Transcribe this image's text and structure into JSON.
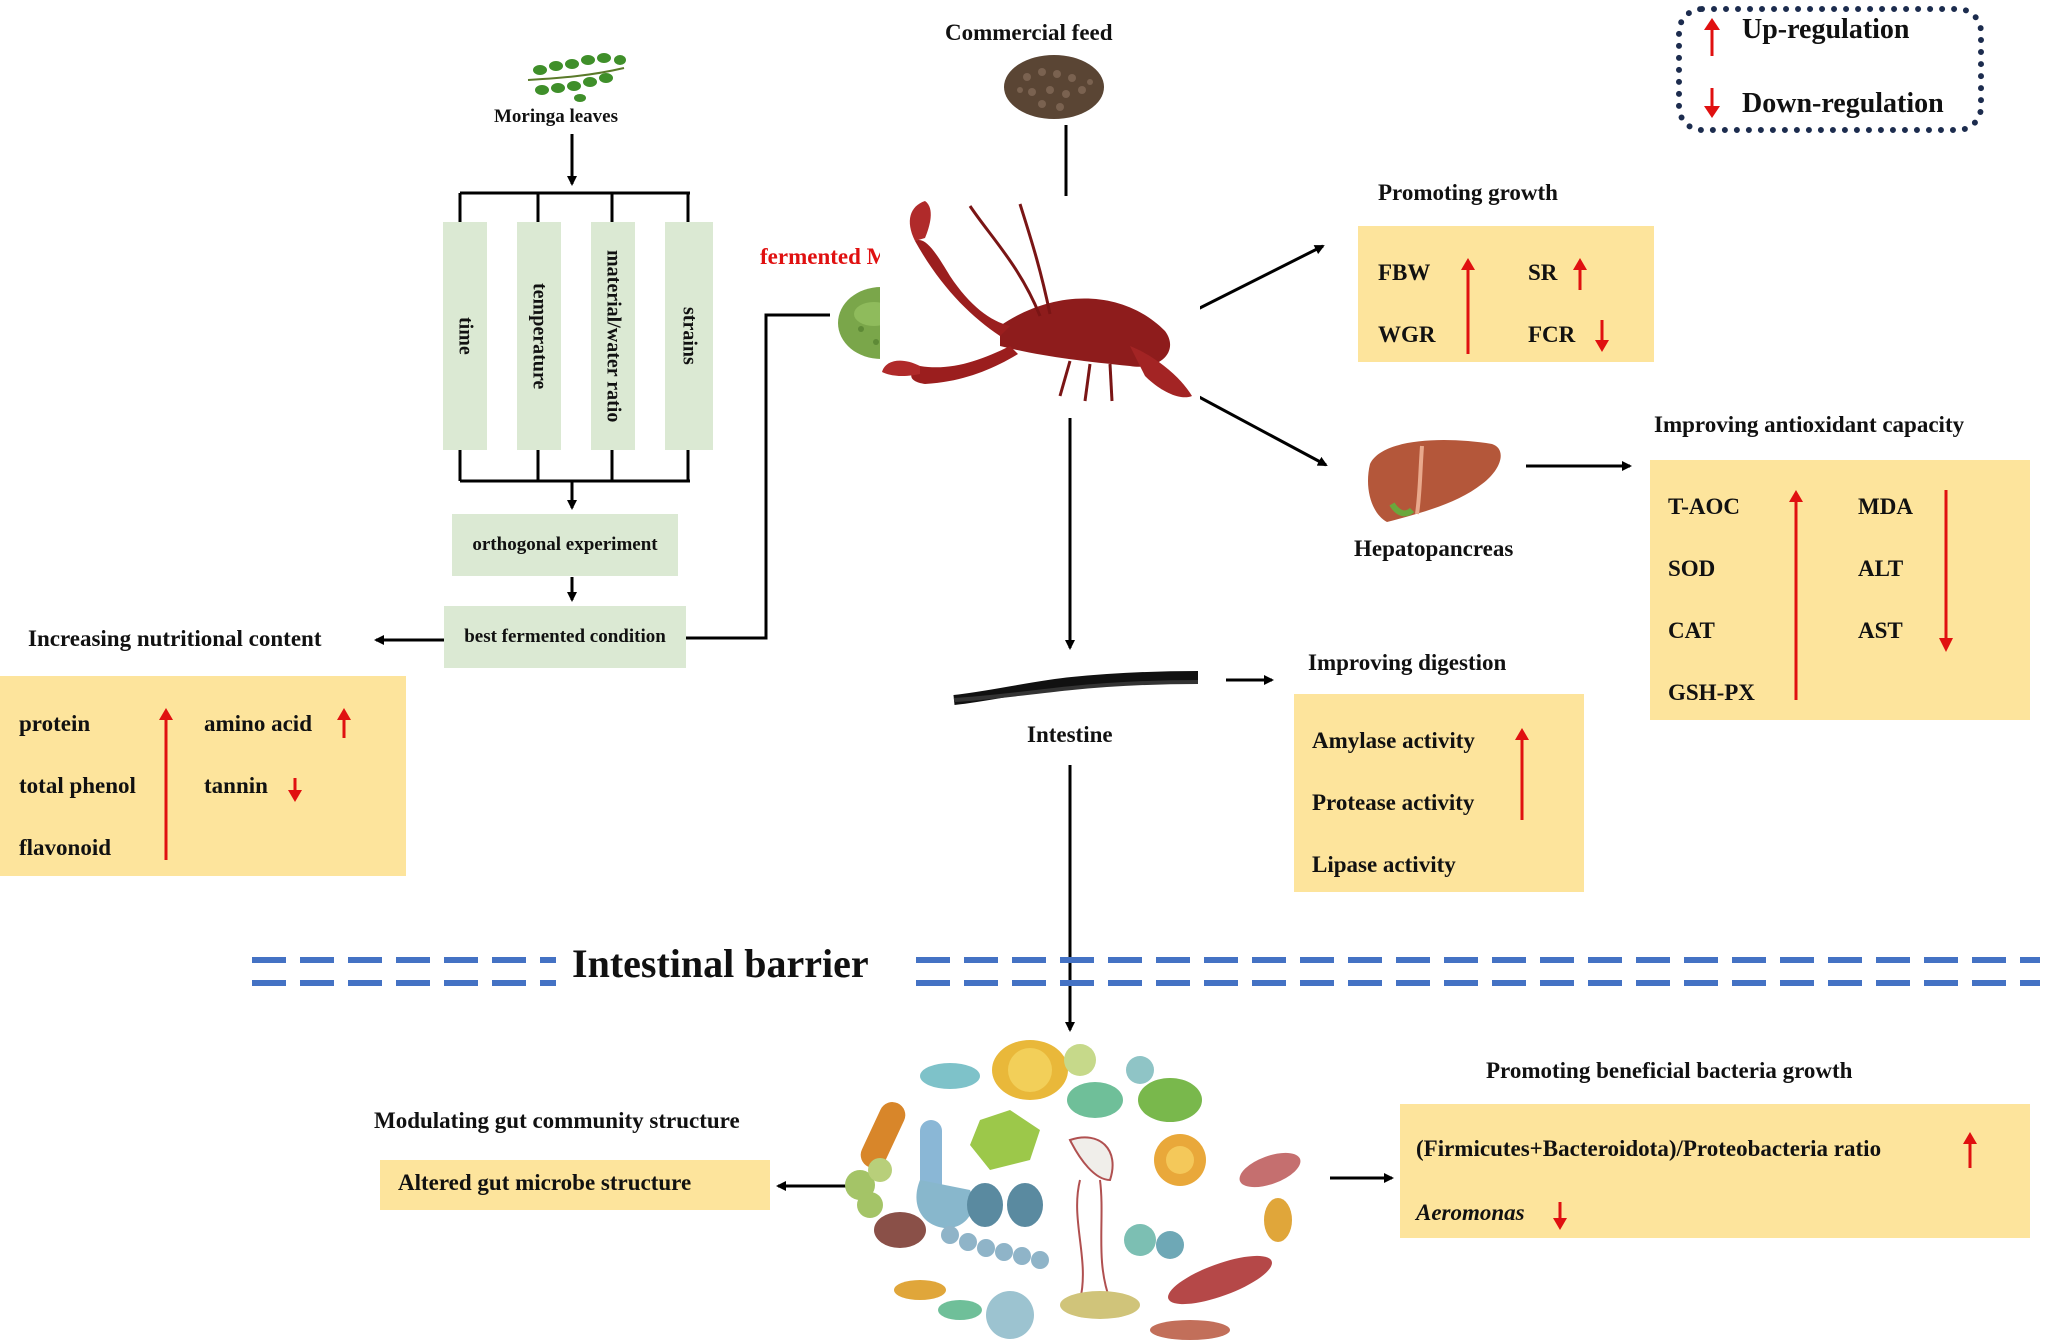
{
  "legend": {
    "up": "Up-regulation",
    "down": "Down-regulation"
  },
  "colors": {
    "box": "#fde49c",
    "green_box": "#dbe9d3",
    "arrow": "#000000",
    "up_arrow": "#e01010",
    "down_arrow": "#e01010",
    "barrier": "#4472c4",
    "highlight_text": "#e01010"
  },
  "left": {
    "moringa_label": "Moringa leaves",
    "factors": [
      "time",
      "temperature",
      "material/water ratio",
      "strains"
    ],
    "orthogonal": "orthogonal experiment",
    "best": "best fermented condition",
    "nutrition_title": "Increasing nutritional content",
    "nutrition": {
      "protein": "protein",
      "total_phenol": "total phenol",
      "flavonoid": "flavonoid",
      "amino_acid": "amino acid",
      "tannin": "tannin"
    }
  },
  "center": {
    "commercial_feed": "Commercial feed",
    "fermented": "fermented Moringa leaves",
    "intestine": "Intestine"
  },
  "growth": {
    "title": "Promoting growth",
    "fbw": "FBW",
    "wgr": "WGR",
    "sr": "SR",
    "fcr": "FCR"
  },
  "hepato": {
    "label": "Hepatopancreas"
  },
  "antioxidant": {
    "title": "Improving antioxidant capacity",
    "up": [
      "T-AOC",
      "SOD",
      "CAT",
      "GSH-PX"
    ],
    "down": [
      "MDA",
      "ALT",
      "AST"
    ]
  },
  "digestion": {
    "title": "Improving digestion",
    "items": [
      "Amylase activity",
      "Protease activity",
      "Lipase activity"
    ]
  },
  "barrier": {
    "label": "Intestinal barrier"
  },
  "gut": {
    "title": "Modulating gut community structure",
    "item": "Altered gut microbe structure"
  },
  "bacteria": {
    "title": "Promoting beneficial bacteria growth",
    "ratio": "(Firmicutes+Bacteroidota)/Proteobacteria ratio",
    "aeromonas": "Aeromonas"
  },
  "icons": [
    "moringa-leaves-icon",
    "commercial-feed-icon",
    "fermented-powder-icon",
    "crayfish-icon",
    "liver-icon",
    "intestine-icon",
    "microbes-icon"
  ]
}
